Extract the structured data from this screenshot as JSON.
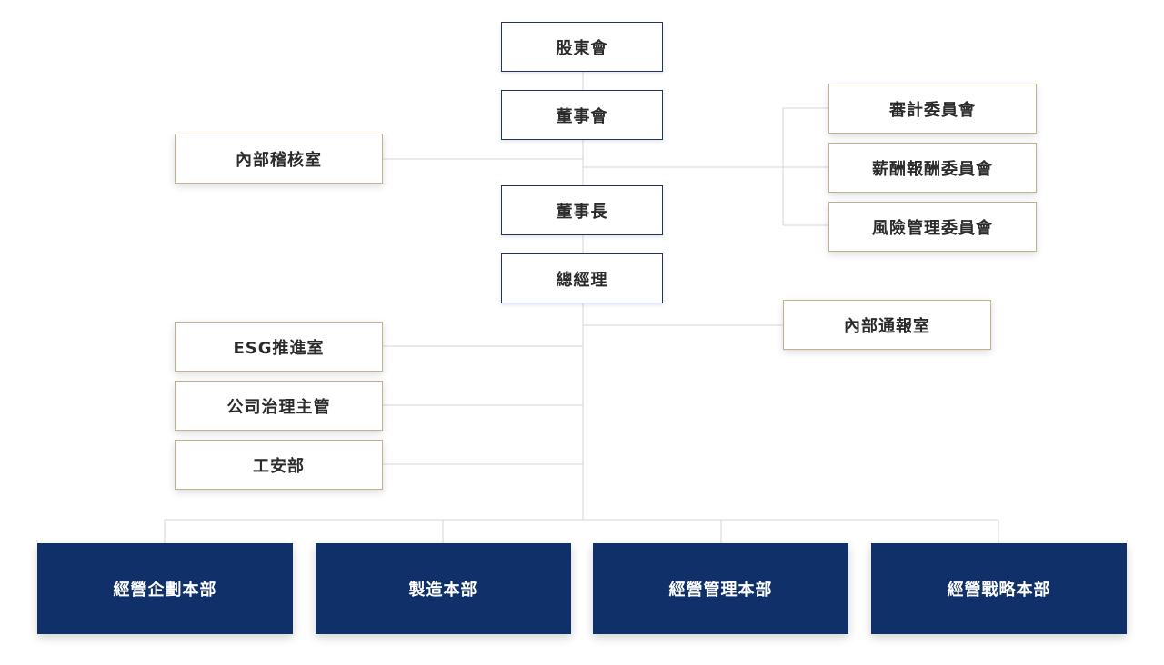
{
  "colors": {
    "navy_border": "#1c3566",
    "gold_border": "#c2b28c",
    "division_fill": "#0f3068",
    "connector": "#d6d6d6"
  },
  "board": {
    "shareholders": "股東會",
    "directors": "董事會",
    "chairman": "董事長",
    "president": "總經理"
  },
  "committees": {
    "audit": "審計委員會",
    "remuneration": "薪酬報酬委員會",
    "risk": "風險管理委員會"
  },
  "staff": {
    "internal_audit": "內部稽核室",
    "whistleblowing": "內部通報室",
    "esg": "ESG推進室",
    "governance": "公司治理主管",
    "safety": "工安部"
  },
  "divisions": [
    {
      "label": "經營企劃本部"
    },
    {
      "label": "製造本部"
    },
    {
      "label": "經營管理本部"
    },
    {
      "label": "經營戰略本部"
    }
  ]
}
